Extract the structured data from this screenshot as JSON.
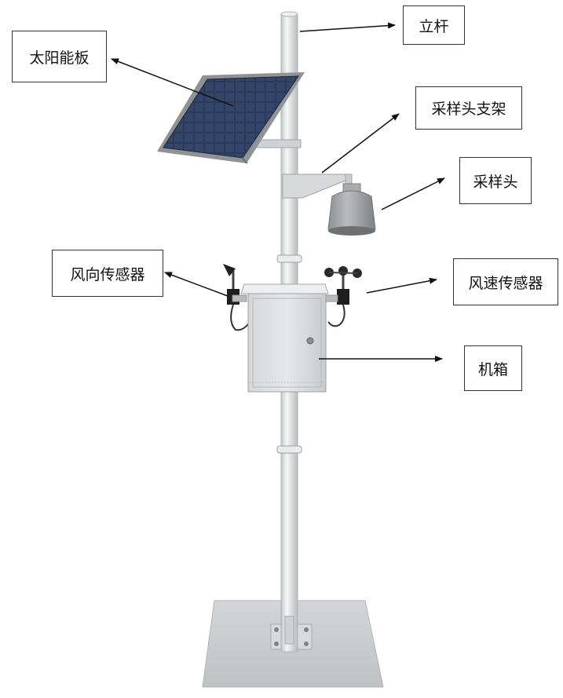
{
  "labels": {
    "pole": "立杆",
    "solar_panel": "太阳能板",
    "sampler_bracket": "采样头支架",
    "sampler_head": "采样头",
    "wind_direction_sensor": "风向传感器",
    "wind_speed_sensor": "风速传感器",
    "cabinet": "机箱"
  },
  "colors": {
    "pole": "#e3e6e8",
    "cabinet": "#dcdee0",
    "solar_cell": "#2d3a57",
    "base_plate": "#c9ccce",
    "arrow": "#111111",
    "box_border": "#333333"
  }
}
